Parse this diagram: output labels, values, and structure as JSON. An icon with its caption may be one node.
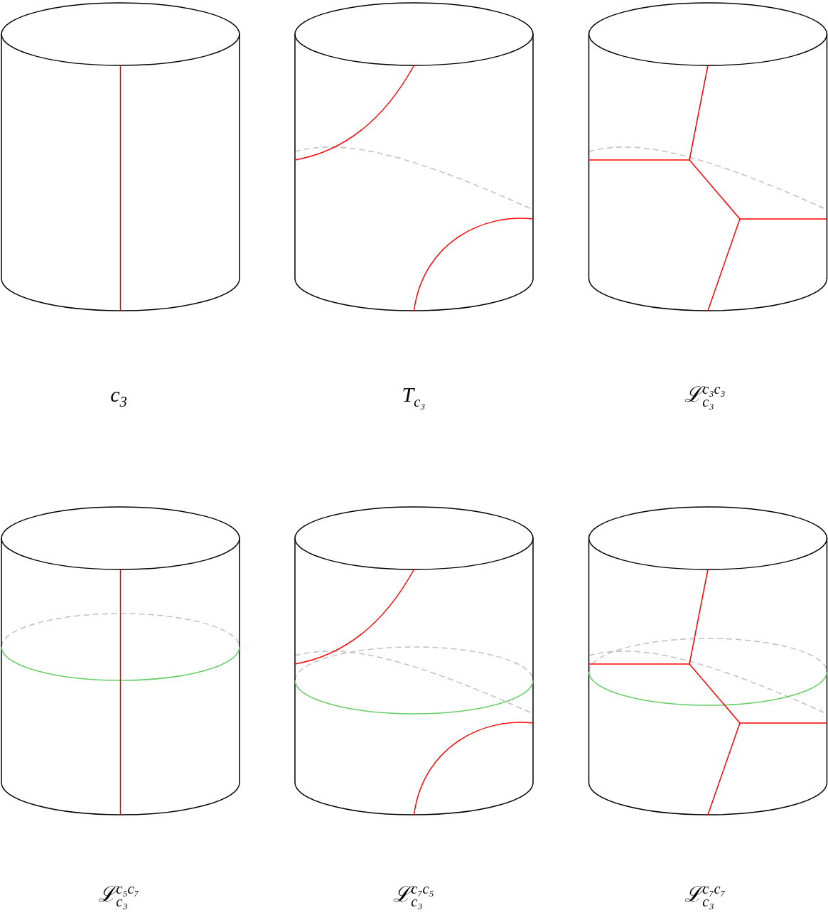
{
  "diagram": {
    "labels": [
      "c$_{3}$",
      "T$_{c₃}$",
      "ℒ$^{c₃c₃}$$_{c₃}$",
      "ℒ$^{c₅c₇}$$_{c₃}$",
      "ℒ$^{c₇c₅}$$_{c₃}$",
      "ℒ$^{c₇c₇}$$_{c₃}$"
    ]
  }
}
